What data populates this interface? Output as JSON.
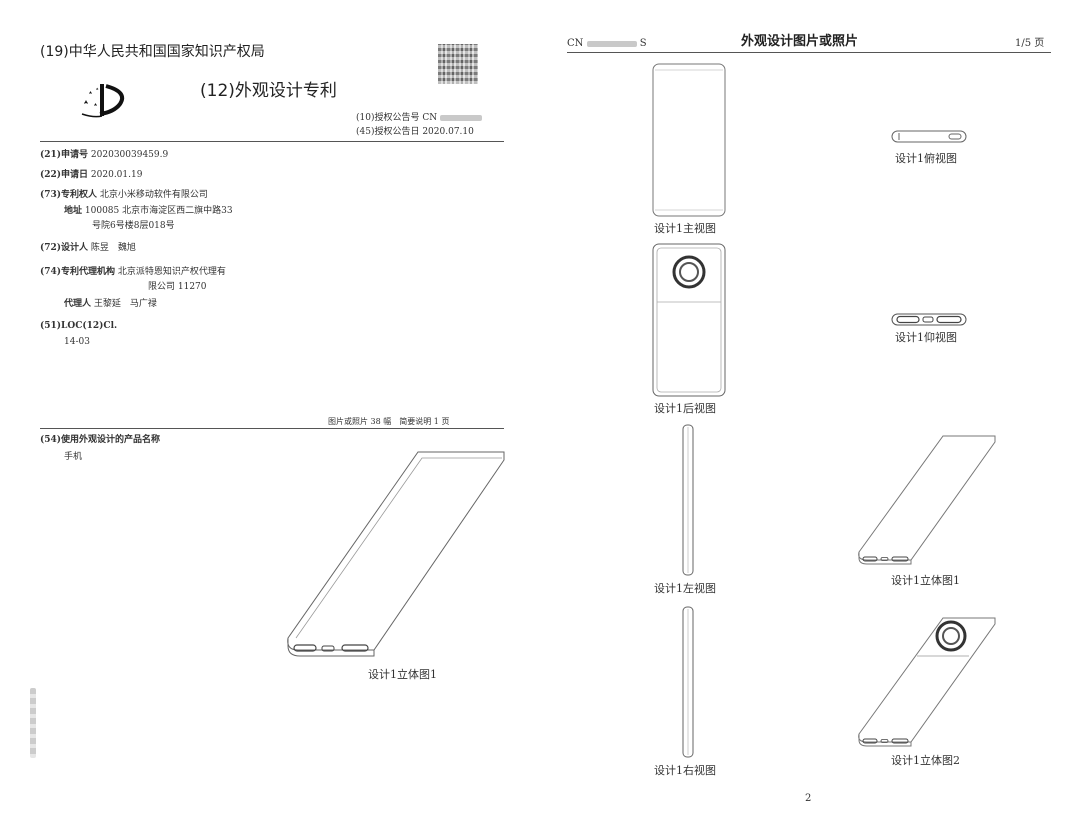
{
  "left": {
    "office": "(19)中华人民共和国国家知识产权局",
    "doc_type": "(12)外观设计专利",
    "pub_no_label": "(10)授权公告号 CN",
    "pub_date": "(45)授权公告日 2020.07.10",
    "fields": [
      {
        "label": "(21)申请号",
        "value": "202030039459.9"
      },
      {
        "label": "(22)申请日",
        "value": "2020.01.19"
      },
      {
        "label": "(73)专利权人",
        "value": "北京小米移动软件有限公司"
      },
      {
        "label": "地址",
        "value": "100085 北京市海淀区西二旗中路33"
      },
      {
        "label": "",
        "value": "号院6号楼8层018号"
      },
      {
        "label": "(72)设计人",
        "value": "陈昱　魏旭"
      },
      {
        "label": "(74)专利代理机构",
        "value": "北京派特恩知识产权代理有"
      },
      {
        "label": "",
        "value": "限公司 11270"
      },
      {
        "label": "代理人",
        "value": "王黎延　马广禄"
      },
      {
        "label": "(51)LOC(12)Cl.",
        "value": ""
      },
      {
        "label": "",
        "value": "14-03"
      }
    ],
    "pages_note": "图片或照片 38 幅　简要说明 1 页",
    "product_label": "(54)使用外观设计的产品名称",
    "product_name": "手机",
    "main_caption": "设计1立体图1"
  },
  "right": {
    "header_prefix": "CN",
    "header_suffix": "S",
    "header_title": "外观设计图片或照片",
    "header_page": "1/5 页",
    "captions": {
      "front": "设计1主视图",
      "top": "设计1俯视图",
      "back": "设计1后视图",
      "bottom": "设计1仰视图",
      "left": "设计1左视图",
      "persp1": "设计1立体图1",
      "right": "设计1右视图",
      "persp2": "设计1立体图2"
    },
    "page_number": "2"
  },
  "icons": [
    "cnipa-emblem-icon",
    "qr-code-icon"
  ]
}
